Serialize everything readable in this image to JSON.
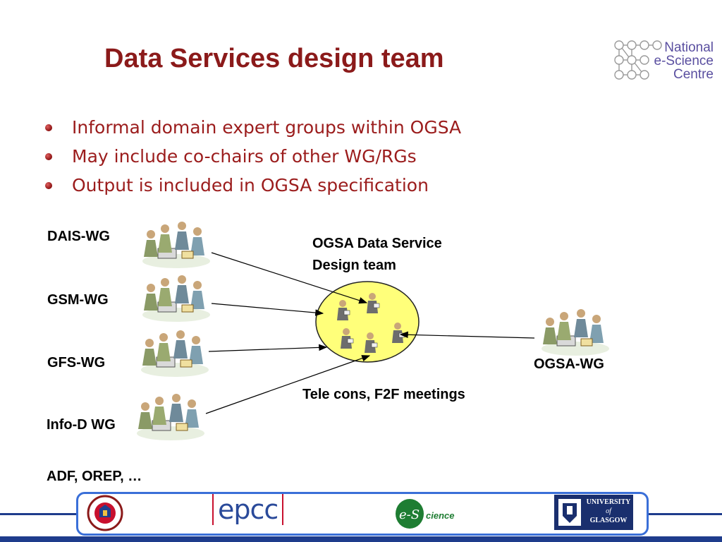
{
  "slide": {
    "title": "Data Services design team"
  },
  "brand_logo": {
    "lines": [
      "National",
      "e-Science",
      "Centre"
    ]
  },
  "bullets": [
    "Informal domain expert groups within OGSA",
    "May include co-chairs of other WG/RGs",
    "Output is included in OGSA specification"
  ],
  "diagram": {
    "groups": [
      "DAIS-WG",
      "GSM-WG",
      "GFS-WG",
      "Info-D WG"
    ],
    "extra_groups": "ADF, OREP, …",
    "center_label_line1": "OGSA Data Service",
    "center_label_line2": "Design team",
    "external_group": "OGSA-WG",
    "meetings_label": "Tele cons, F2F meetings",
    "colors": {
      "ellipse_fill": "#ffff7a",
      "title": "#8b1a1a",
      "bullet_text": "#9b1c1c"
    }
  },
  "footer": {
    "epcc": "epcc",
    "glasgow_line1": "UNIVERSITY",
    "glasgow_line2": "of",
    "glasgow_line3": "GLASGOW",
    "science": "cience"
  }
}
